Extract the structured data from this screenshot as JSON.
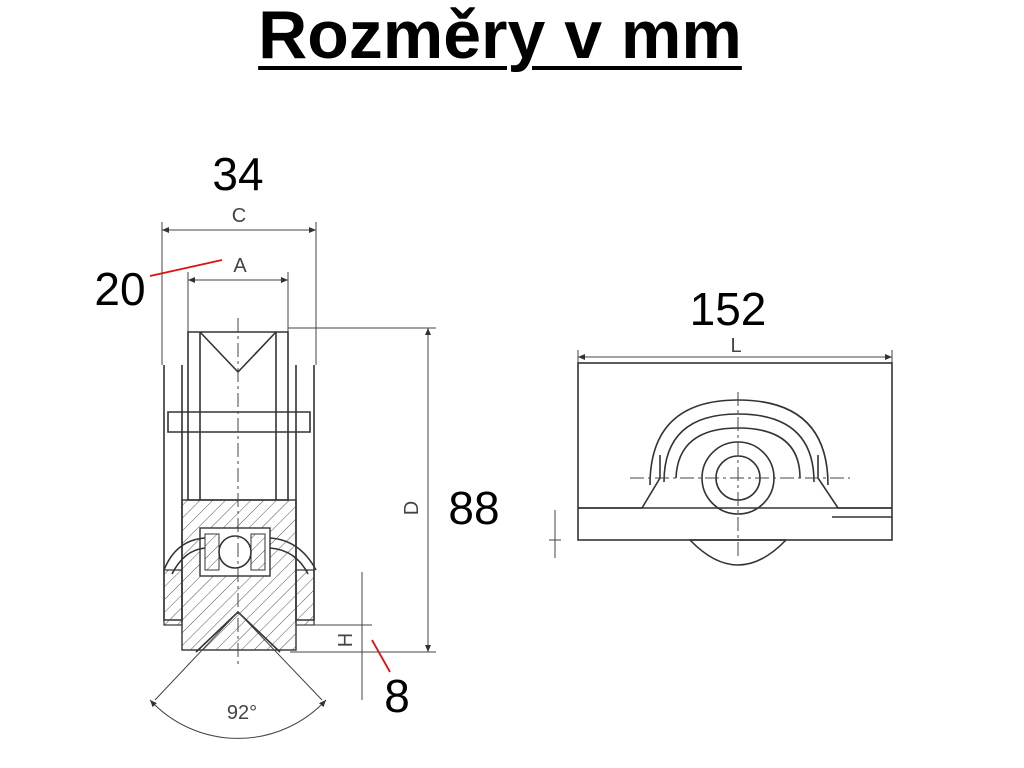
{
  "title": "Rozměry v mm",
  "dimension_symbols": {
    "c": "C",
    "a": "A",
    "d": "D",
    "h": "H",
    "l": "L"
  },
  "dimension_values": {
    "c": "34",
    "a": "20",
    "d": "88",
    "h": "8",
    "l": "152"
  },
  "angle_label": "92°"
}
